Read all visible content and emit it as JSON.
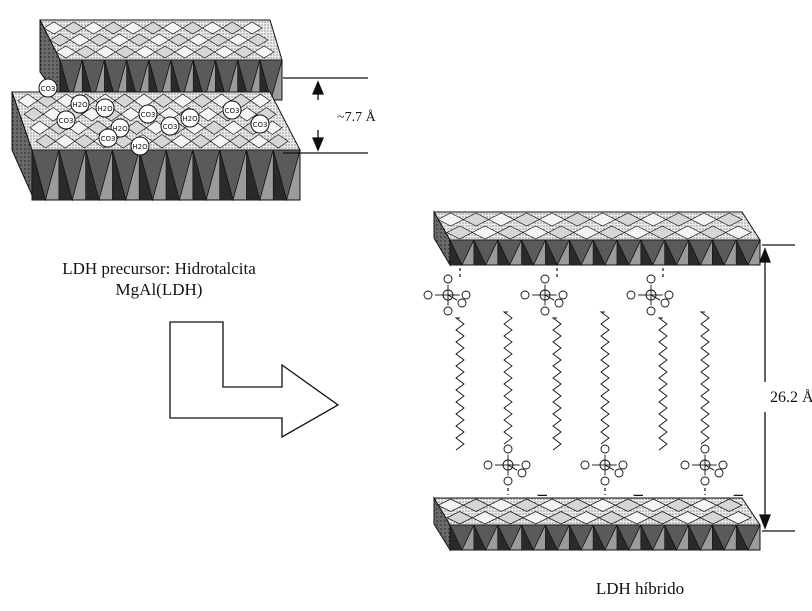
{
  "precursor": {
    "caption_line1": "LDH precursor: Hidrotalcita",
    "caption_line2": "MgAl(LDH)",
    "spacing_label": "~7.7 Å",
    "ion_labels": [
      "CO3",
      "H2O",
      "CO3",
      "H2O",
      "H2O",
      "CO3",
      "CO3",
      "H2O",
      "CO3",
      "CO3",
      "H2O",
      "CO3"
    ]
  },
  "hybrid": {
    "caption": "LDH híbrido",
    "spacing_label": "26.2 Å",
    "charge_symbol": "−"
  },
  "colors": {
    "line": "#111111",
    "layer_face": "#bdbdbd",
    "layer_side": "#7a7a7a",
    "layer_dark": "#3a3a3a"
  }
}
